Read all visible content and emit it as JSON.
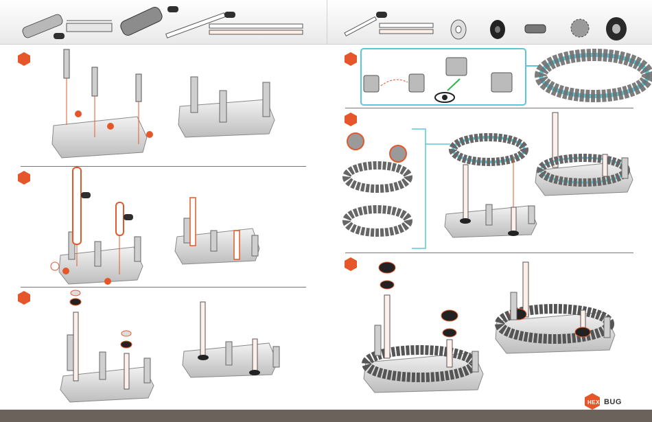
{
  "brand": {
    "hex": "HEX",
    "bug": "BUG"
  },
  "parts_bar": {
    "left": [
      "long-axle-connector",
      "chain-link-plate",
      "white-rod-long"
    ],
    "right": [
      "white-rod-short",
      "washer",
      "tire",
      "chain-link",
      "gear",
      "track-wheel"
    ]
  },
  "colors": {
    "accent": "#e5572a",
    "track": "#a9a9a9",
    "highlight": "#5bc6d8",
    "bottom_bar": "#6b625c"
  }
}
